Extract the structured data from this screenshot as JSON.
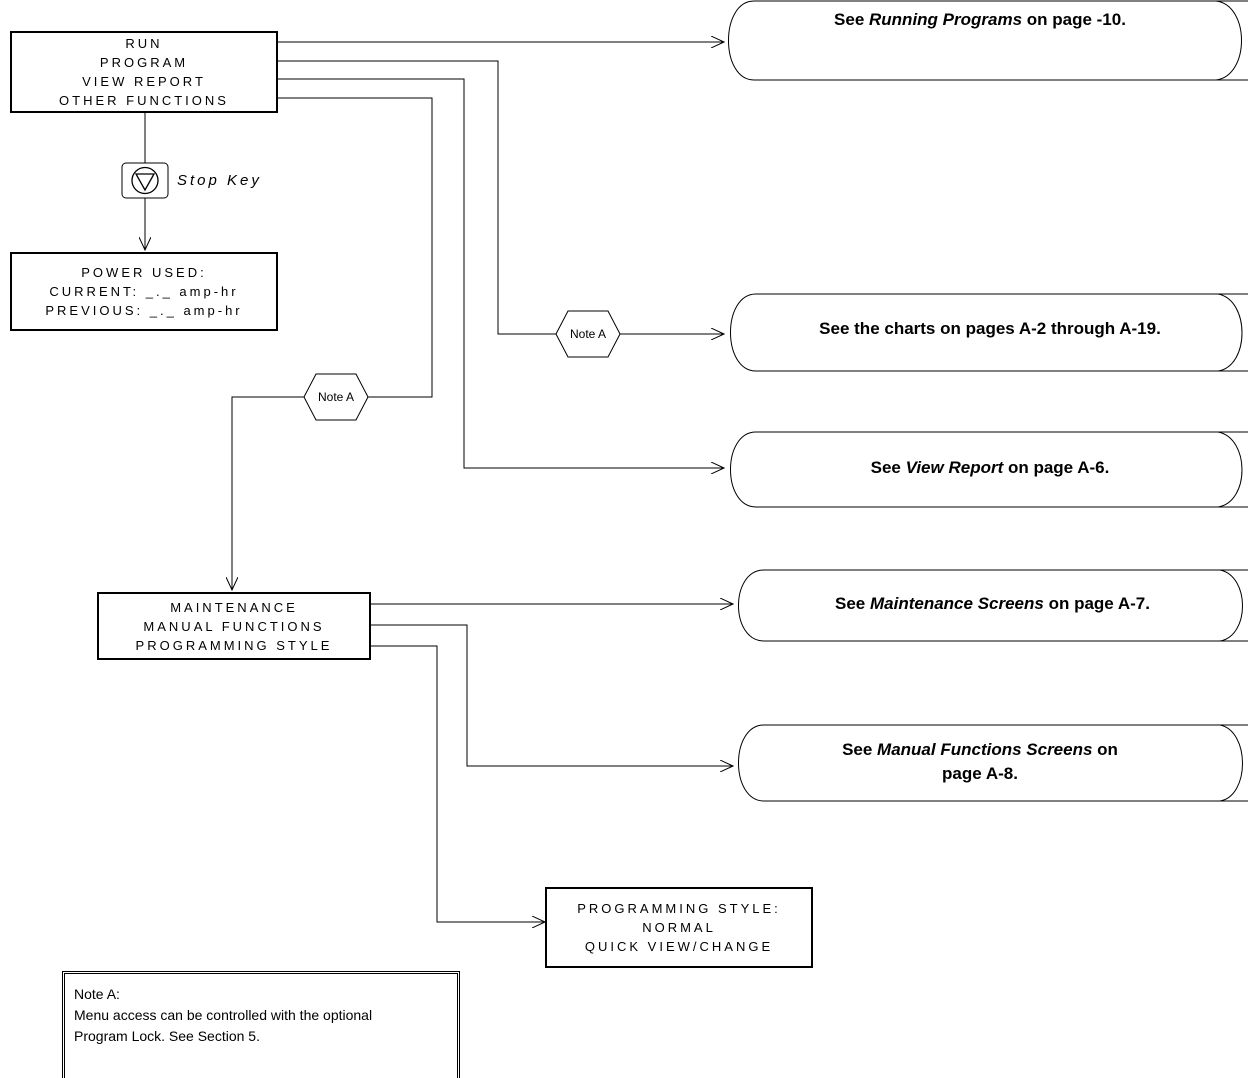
{
  "main_menu": {
    "lines": [
      "RUN",
      "PROGRAM",
      "VIEW REPORT",
      "OTHER FUNCTIONS"
    ]
  },
  "stop_key": {
    "label": "Stop Key",
    "icon": "stop-key-icon"
  },
  "power_screen": {
    "lines": [
      "POWER USED:",
      "CURRENT: _._ amp-hr",
      "PREVIOUS: _._ amp-hr"
    ]
  },
  "note_tags": {
    "program": "Note A",
    "other_functions": "Note A"
  },
  "references": {
    "running": {
      "pre": "See ",
      "em": "Running Programs",
      "post": " on page -10."
    },
    "charts": {
      "pre": "See the charts on pages A-2 through A-19.",
      "em": "",
      "post": ""
    },
    "view_report": {
      "pre": "See ",
      "em": "View Report",
      "post": " on page A-6."
    },
    "maintenance": {
      "pre": "See ",
      "em": "Maintenance Screens",
      "post": " on page A-7."
    },
    "manual": {
      "pre": "See ",
      "em": "Manual Functions Screens",
      "post": " on",
      "line2": "page A-8."
    }
  },
  "other_menu": {
    "lines": [
      "MAINTENANCE",
      "MANUAL FUNCTIONS",
      "PROGRAMMING STYLE"
    ]
  },
  "style_screen": {
    "lines": [
      "PROGRAMMING STYLE:",
      "NORMAL",
      "QUICK VIEW/CHANGE"
    ]
  },
  "note_box": {
    "title": "Note A:",
    "line1": "Menu access can be controlled with the optional",
    "line2": "Program Lock. See Section 5."
  }
}
